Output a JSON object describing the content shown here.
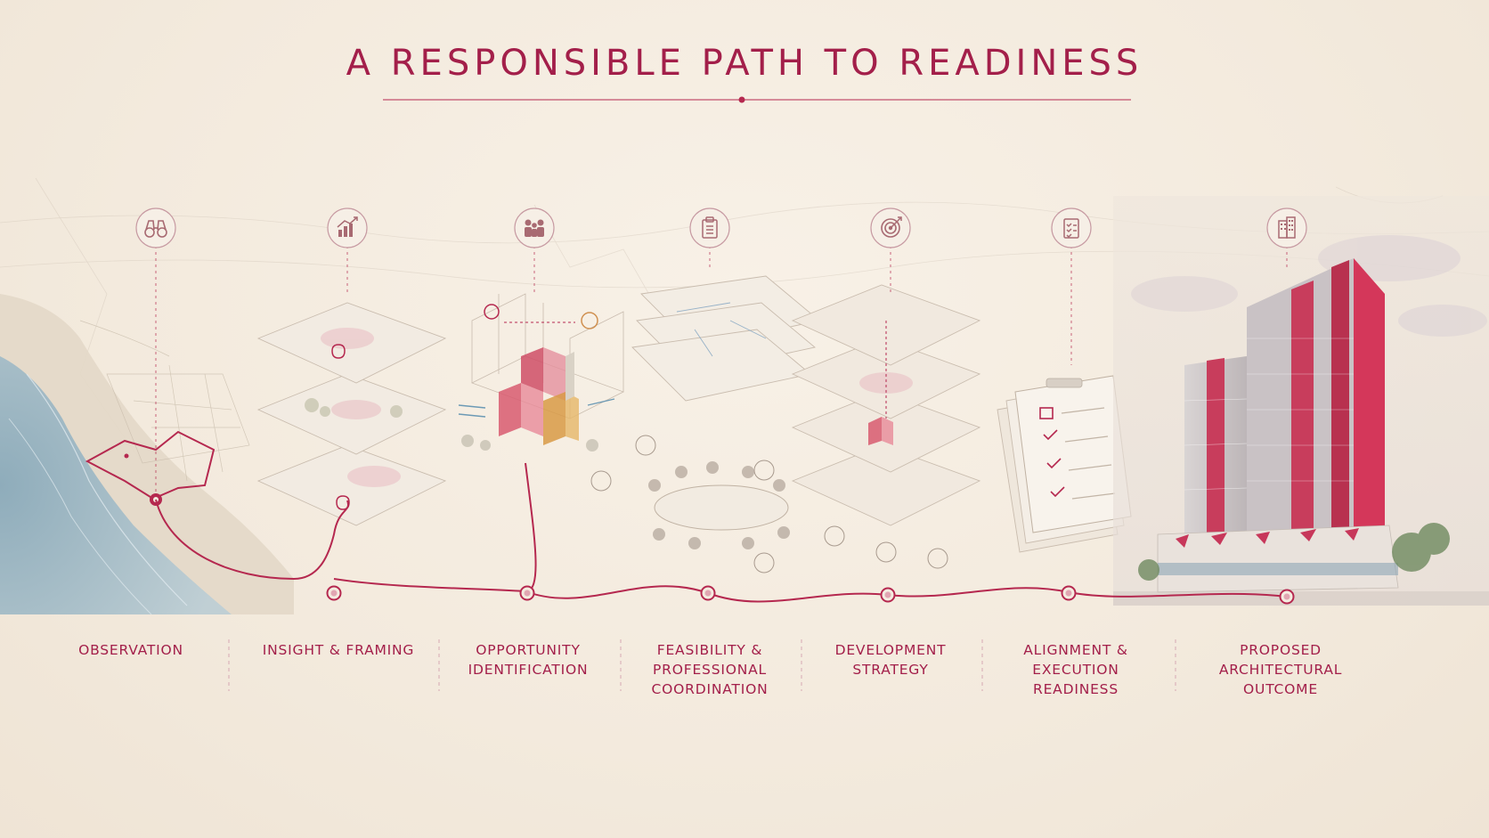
{
  "title": "A RESPONSIBLE PATH TO READINESS",
  "colors": {
    "accent": "#a31f4a",
    "background": "#f4ece0",
    "line": "#b5284f",
    "muted": "#c9a5a5"
  },
  "stages": [
    {
      "label": "OBSERVATION",
      "icon": "binoculars-icon"
    },
    {
      "label": "INSIGHT & FRAMING",
      "icon": "bar-chart-icon"
    },
    {
      "label": "OPPORTUNITY\nIDENTIFICATION",
      "icon": "people-group-icon"
    },
    {
      "label": "FEASIBILITY &\nPROFESSIONAL\nCOORDINATION",
      "icon": "clipboard-icon"
    },
    {
      "label": "DEVELOPMENT\nSTRATEGY",
      "icon": "target-icon"
    },
    {
      "label": "ALIGNMENT &\nEXECUTION\nREADINESS",
      "icon": "checklist-icon"
    },
    {
      "label": "PROPOSED\nARCHITECTURAL\nOUTCOME",
      "icon": "building-icon"
    }
  ]
}
